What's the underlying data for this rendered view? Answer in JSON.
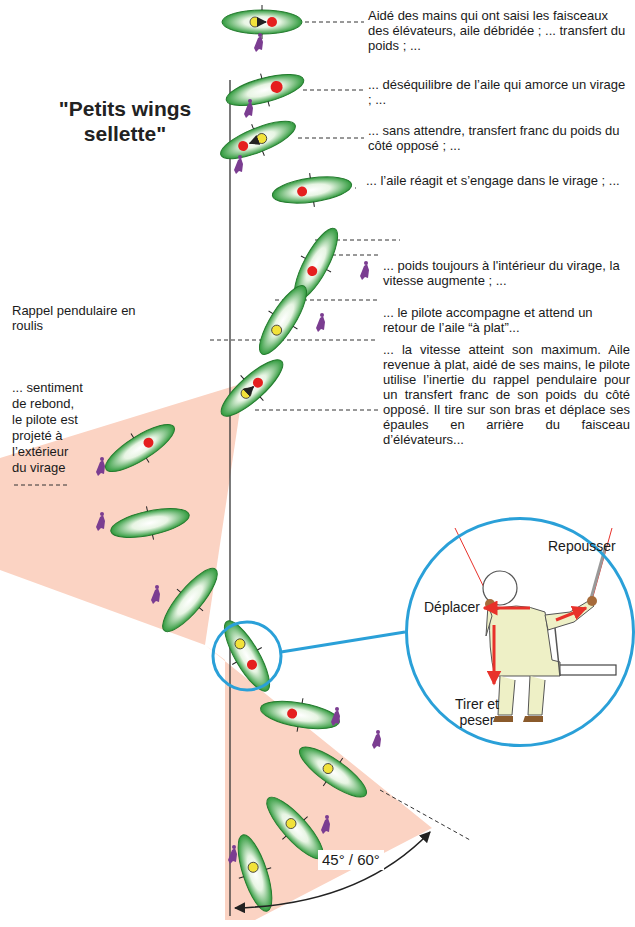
{
  "diagram": {
    "title": "\"Petits wings sellette\"",
    "nodes": [
      {
        "text": [
          "Repousser",
          "Déplacer",
          "Tirer et peser"
        ]
      }
    ],
    "labels": [
      "Aidé des mains qui ont saisi les faisceaux des élévateurs, aile débridée ; ... transfert du poids ; ...",
      "... déséquilibre de l’aile qui amorce un virage ; ...",
      "... sans attendre, transfert franc du poids du côté opposé ; ...",
      "... l’aile réagit et s’engage dans le virage ; ...",
      "... poids toujours à l'intérieur du virage, la vitesse augmente ; ...",
      "... le pilote accompagne et attend un retour de l’aile “à plat”...",
      "... la vitesse atteint son maximum. Aile revenue à plat, aidé de ses mains, le pilote utilise l’inertie du rappel pendulaire pour un transfert franc de son poids du côté opposé. Il tire sur son bras et déplace ses épaules en arrière du faisceau d’élévateurs...",
      "Rappel pendulaire en roulis",
      "... sentiment de rebond, le pilote est projeté à l’extérieur du virage",
      "45° / 60°"
    ]
  }
}
